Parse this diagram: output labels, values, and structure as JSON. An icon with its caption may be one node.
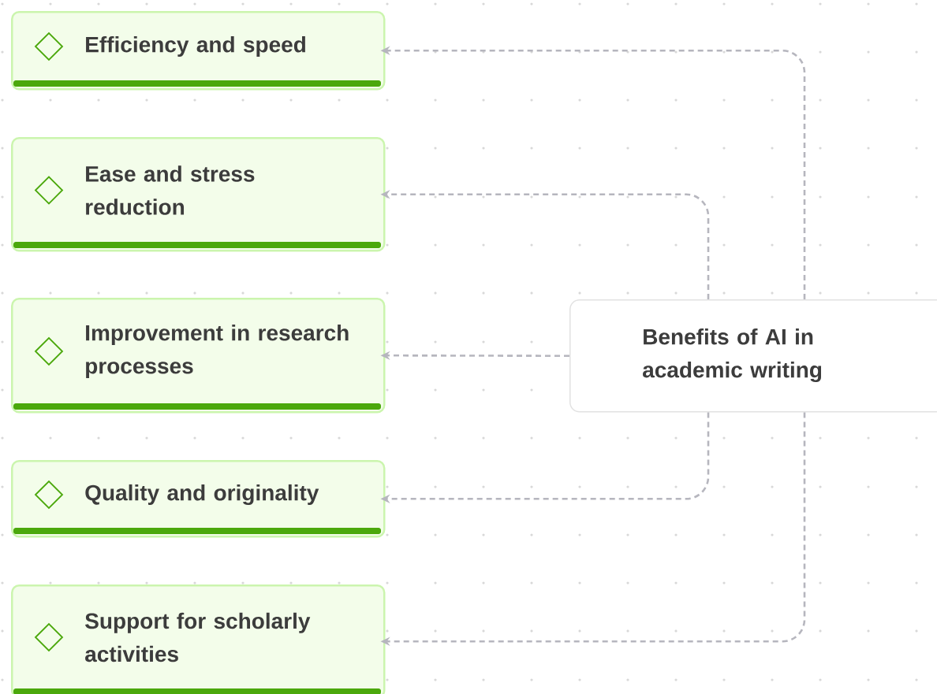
{
  "diagram": {
    "nodes": [
      {
        "text": [
          "Efficiency and speed"
        ]
      },
      {
        "text": [
          "Ease and stress reduction"
        ]
      },
      {
        "text": [
          "Improvement in research processes"
        ]
      },
      {
        "text": [
          "Quality and originality"
        ]
      },
      {
        "text": [
          "Support for scholarly activities"
        ]
      },
      {
        "text": [
          "Benefits of AI in academic writing"
        ]
      }
    ],
    "edges": [
      {
        "from": 5,
        "to": 0,
        "arrow": "to",
        "style": "dashed"
      },
      {
        "from": 5,
        "to": 1,
        "arrow": "to",
        "style": "dashed"
      },
      {
        "from": 5,
        "to": 2,
        "arrow": "to",
        "style": "dashed"
      },
      {
        "from": 5,
        "to": 3,
        "arrow": "to",
        "style": "dashed"
      },
      {
        "from": 5,
        "to": 4,
        "arrow": "to",
        "style": "dashed"
      }
    ]
  }
}
